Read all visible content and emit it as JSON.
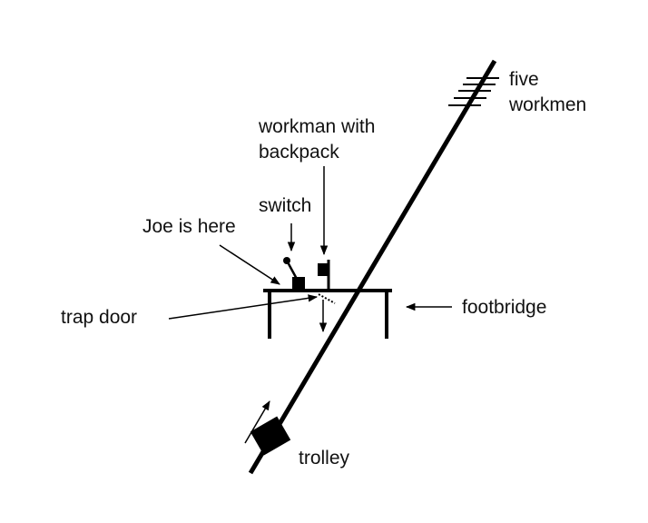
{
  "labels": {
    "five_workmen": [
      "five",
      "workmen"
    ],
    "workman_with_backpack": [
      "workman with",
      "backpack"
    ],
    "switch": "switch",
    "joe": "Joe is here",
    "trap_door": "trap door",
    "footbridge": "footbridge",
    "trolley": "trolley"
  },
  "colors": {
    "ink": "#000000",
    "text": "#111111",
    "background": "#ffffff"
  }
}
